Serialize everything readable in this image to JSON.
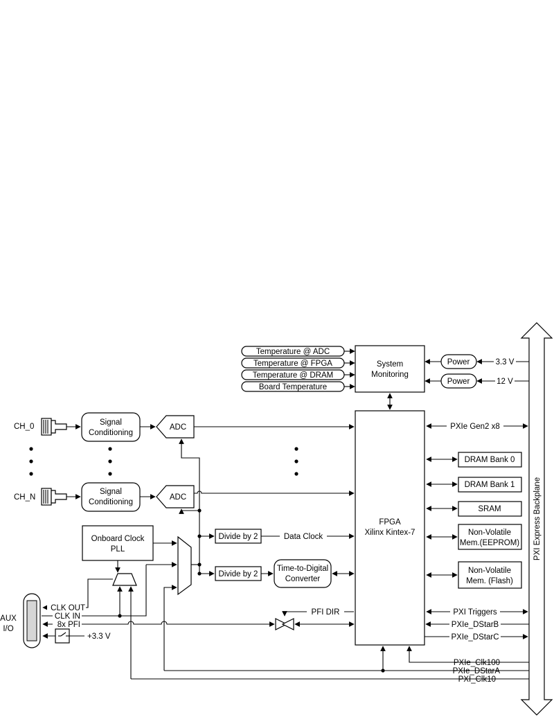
{
  "monitoring": {
    "system_monitoring": [
      "System",
      "Monitoring"
    ],
    "temp_adc": "Temperature @ ADC",
    "temp_fpga": "Temperature @ FPGA",
    "temp_dram": "Temperature @ DRAM",
    "board_temp": "Board Temperature",
    "power": "Power",
    "v33": "3.3 V",
    "v12": "12 V"
  },
  "channels": {
    "ch0": "CH_0",
    "chn": "CH_N",
    "signal_conditioning": [
      "Signal",
      "Conditioning"
    ],
    "adc": "ADC"
  },
  "clocking": {
    "pll": [
      "Onboard Clock",
      "PLL"
    ],
    "divide_by_2": "Divide by 2",
    "data_clock": "Data Clock",
    "tdc": [
      "Time-to-Digital",
      "Converter"
    ],
    "pfi_dir": "PFI DIR"
  },
  "aux": {
    "label": [
      "AUX",
      "I/O"
    ],
    "clk_out": "CLK OUT",
    "clk_in": "CLK IN",
    "pfi": "8x PFI",
    "v33": "+3.3 V"
  },
  "fpga": [
    "FPGA",
    "Xilinx Kintex-7"
  ],
  "memory": {
    "dram0": "DRAM Bank 0",
    "dram1": "DRAM Bank 1",
    "sram": "SRAM",
    "eeprom": [
      "Non-Volatile",
      "Mem.(EEPROM)"
    ],
    "flash": [
      "Non-Volatile",
      "Mem. (Flash)"
    ]
  },
  "backplane": {
    "label": "PXI Express Backplane",
    "gen2": "PXIe Gen2 x8",
    "triggers": "PXI Triggers",
    "dstarb": "PXIe_DStarB",
    "dstarc": "PXIe_DStarC",
    "clk100": "PXIe_Clk100",
    "dstara": "PXIe_DStarA",
    "clk10": "PXI_Clk10"
  }
}
